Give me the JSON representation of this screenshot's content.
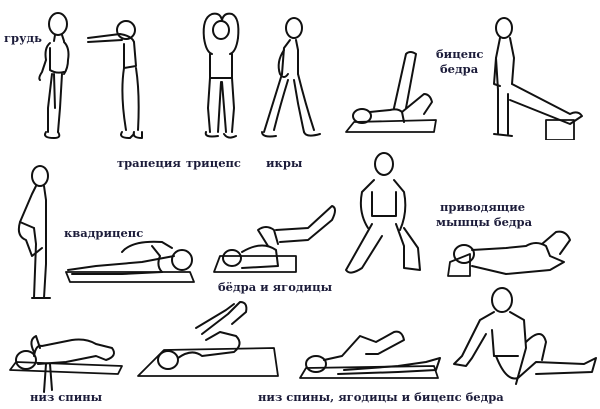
{
  "diagram": {
    "title": "",
    "ink_color": "#111111",
    "label_color": "#1c1c3a",
    "background": "#ffffff",
    "labels": {
      "chest": "грудь",
      "trapezius": "трапеция",
      "triceps": "трицепс",
      "calves": "икры",
      "hamstring_line1": "бицепс",
      "hamstring_line2": "бедра",
      "quadriceps": "квадрицепс",
      "hips_glutes": "бёдра и ягодицы",
      "adductors_line1": "приводящие",
      "adductors_line2": "мышцы бедра",
      "lower_back": "низ спины",
      "lower_back_glutes_hamstring": "низ спины, ягодицы и бицепс бедра"
    },
    "figures": [
      {
        "id": "chest-stretch",
        "pose": "standing, arms behind back",
        "muscle": "грудь"
      },
      {
        "id": "trapezius-stretch",
        "pose": "standing bent forward, arms extended",
        "muscle": "трапеция"
      },
      {
        "id": "triceps-stretch",
        "pose": "standing, arms overhead behind head",
        "muscle": "трицепс"
      },
      {
        "id": "calves-stretch",
        "pose": "lunge stance, hands on hips",
        "muscle": "икры"
      },
      {
        "id": "hamstring-lying-stretch",
        "pose": "lying on mat, one leg raised",
        "muscle": "бицепс бедра"
      },
      {
        "id": "hamstring-standing-stretch",
        "pose": "standing, leg on block",
        "muscle": "бицепс бедра"
      },
      {
        "id": "quad-standing-stretch",
        "pose": "standing, holding foot behind",
        "muscle": "квадрицепс"
      },
      {
        "id": "quad-lying-stretch",
        "pose": "lying prone on mat, holding foot",
        "muscle": "квадрицепс"
      },
      {
        "id": "hips-glutes-stretch",
        "pose": "lying, knee to chest, leg crossed",
        "muscle": "бёдра и ягодицы"
      },
      {
        "id": "adductor-standing-stretch",
        "pose": "wide side lunge",
        "muscle": "приводящие мышцы бедра"
      },
      {
        "id": "adductor-lying-stretch",
        "pose": "lying on wedge, knees bent",
        "muscle": "приводящие мышцы бедра"
      },
      {
        "id": "lower-back-twist",
        "pose": "lying, knees to one side, arm out",
        "muscle": "низ спины"
      },
      {
        "id": "lower-back-knees-chest",
        "pose": "lying, both knees to chest",
        "muscle": "низ спины"
      },
      {
        "id": "lying-knee-pull",
        "pose": "lying, one knee pulled",
        "muscle": "низ спины, ягодицы и бицепс бедра"
      },
      {
        "id": "seated-twist",
        "pose": "seated spinal twist",
        "muscle": "низ спины, ягодицы и бицепс бедра"
      }
    ]
  }
}
